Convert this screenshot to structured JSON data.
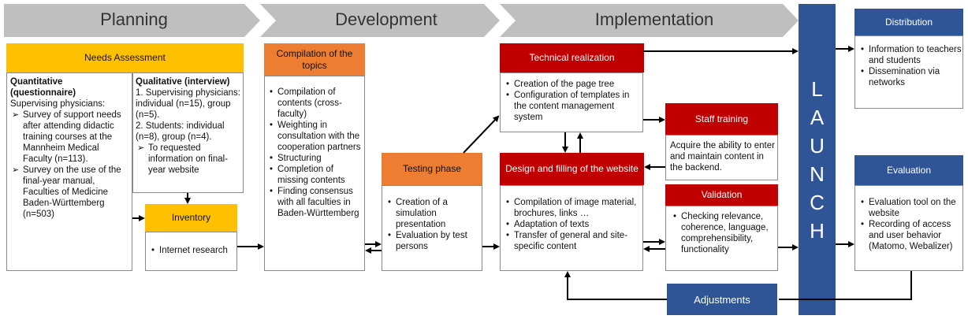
{
  "phases": [
    "Planning",
    "Development",
    "Implementation"
  ],
  "needs": {
    "title": "Needs Assessment",
    "quant_title": "Quantitative (questionnaire)",
    "quant_sub": "Supervising physicians:",
    "quant_items": [
      "Survey of support needs after attending didactic training courses at the Mannheim Medical Faculty (n=113).",
      "Survey on the use of the final-year manual, Faculties of Medicine Baden-Württemberg (n=503)"
    ],
    "qual_title": "Qualitative (interview)",
    "qual_line1": "1. Supervising physicians: individual (n=15), group (n=5).",
    "qual_line2": "2. Students: individual (n=8), group (n=4).",
    "qual_items": [
      "To requested information on final-year website"
    ]
  },
  "inventory": {
    "title": "Inventory",
    "items": [
      "Internet research"
    ]
  },
  "compilation": {
    "title": "Compilation of the topics",
    "items": [
      "Compilation of contents (cross-faculty)",
      "Weighting in consultation with the cooperation partners",
      "Structuring",
      "Completion of missing contents",
      "Finding consensus with all faculties in Baden-Württemberg"
    ]
  },
  "testing": {
    "title": "Testing phase",
    "items": [
      "Creation of a simulation presentation",
      "Evaluation by test persons"
    ]
  },
  "technical": {
    "title": "Technical realization",
    "items": [
      "Creation of the page tree",
      "Configuration of templates in the content management system"
    ]
  },
  "design": {
    "title": "Design and filling of the website",
    "items": [
      "Compilation of image material, brochures, links …",
      "Adaptation of texts",
      "Transfer of general and site-specific content"
    ]
  },
  "staff": {
    "title": "Staff training",
    "text": "Acquire the ability to enter and maintain content in the backend."
  },
  "validation": {
    "title": "Validation",
    "items": [
      "Checking relevance, coherence, language, comprehensibility, functionality"
    ]
  },
  "launch": {
    "letters": [
      "L",
      "A",
      "U",
      "N",
      "C",
      "H"
    ]
  },
  "distribution": {
    "title": "Distribution",
    "items": [
      "Information to teachers and students",
      "Dissemination via networks"
    ]
  },
  "evaluation": {
    "title": "Evaluation",
    "items": [
      "Evaluation tool on the website",
      "Recording of access and user behavior (Matomo, Webalizer)"
    ]
  },
  "adjustments": {
    "title": "Adjustments"
  },
  "colors": {
    "planning": "#FFC000",
    "development": "#ED7D31",
    "implementation": "#C00000",
    "launch": "#2F5597",
    "chevron": "#BFBFBF"
  }
}
